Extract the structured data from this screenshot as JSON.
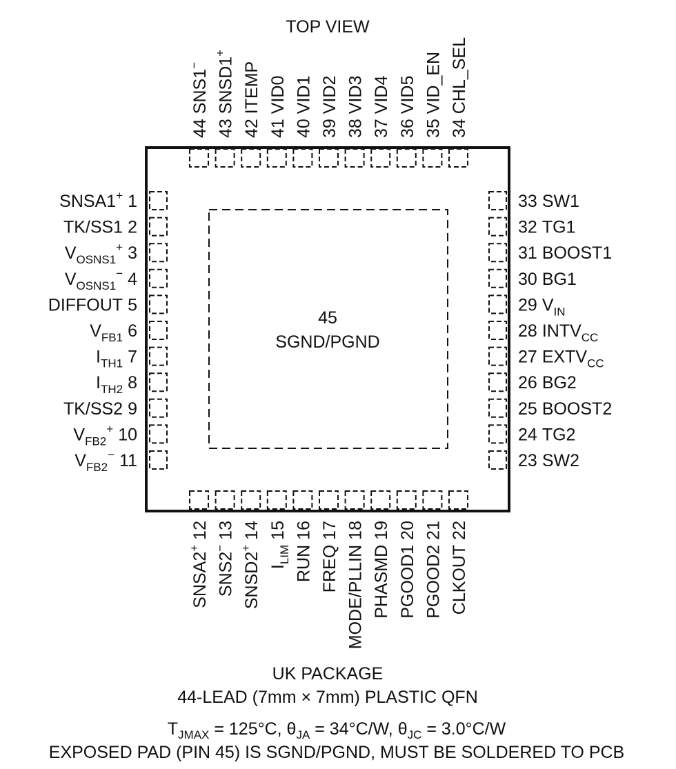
{
  "view_label": "TOP VIEW",
  "pins_top": [
    {
      "num": "44",
      "name": "SNS1",
      "sup": "−"
    },
    {
      "num": "43",
      "name": "SNSD1",
      "sup": "+"
    },
    {
      "num": "42",
      "name": "ITEMP"
    },
    {
      "num": "41",
      "name": "VID0"
    },
    {
      "num": "40",
      "name": "VID1"
    },
    {
      "num": "39",
      "name": "VID2"
    },
    {
      "num": "38",
      "name": "VID3"
    },
    {
      "num": "37",
      "name": "VID4"
    },
    {
      "num": "36",
      "name": "VID5"
    },
    {
      "num": "35",
      "name": "VID_EN"
    },
    {
      "num": "34",
      "name": "CHL_SEL"
    }
  ],
  "pins_left": [
    {
      "num": "1",
      "name": "SNSA1",
      "sup": "+"
    },
    {
      "num": "2",
      "name": "TK/SS1"
    },
    {
      "num": "3",
      "name": "V",
      "sub": "OSNS1",
      "sup": "+"
    },
    {
      "num": "4",
      "name": "V",
      "sub": "OSNS1",
      "sup": "−"
    },
    {
      "num": "5",
      "name": "DIFFOUT"
    },
    {
      "num": "6",
      "name": "V",
      "sub": "FB1"
    },
    {
      "num": "7",
      "name": "I",
      "sub": "TH1"
    },
    {
      "num": "8",
      "name": "I",
      "sub": "TH2"
    },
    {
      "num": "9",
      "name": "TK/SS2"
    },
    {
      "num": "10",
      "name": "V",
      "sub": "FB2",
      "sup": "+"
    },
    {
      "num": "11",
      "name": "V",
      "sub": "FB2",
      "sup": "−"
    }
  ],
  "pins_right": [
    {
      "num": "33",
      "name": "SW1"
    },
    {
      "num": "32",
      "name": "TG1"
    },
    {
      "num": "31",
      "name": "BOOST1"
    },
    {
      "num": "30",
      "name": "BG1"
    },
    {
      "num": "29",
      "name": "V",
      "sub": "IN"
    },
    {
      "num": "28",
      "name": "INTV",
      "sub": "CC"
    },
    {
      "num": "27",
      "name": "EXTV",
      "sub": "CC"
    },
    {
      "num": "26",
      "name": "BG2"
    },
    {
      "num": "25",
      "name": "BOOST2"
    },
    {
      "num": "24",
      "name": "TG2"
    },
    {
      "num": "23",
      "name": "SW2"
    }
  ],
  "pins_bottom": [
    {
      "num": "12",
      "name": "SNSA2",
      "sup": "+"
    },
    {
      "num": "13",
      "name": "SNS2",
      "sup": "−"
    },
    {
      "num": "14",
      "name": "SNSD2",
      "sup": "+"
    },
    {
      "num": "15",
      "name": "I",
      "sub": "LIM"
    },
    {
      "num": "16",
      "name": "RUN"
    },
    {
      "num": "17",
      "name": "FREQ"
    },
    {
      "num": "18",
      "name": "MODE/PLLIN"
    },
    {
      "num": "19",
      "name": "PHASMD"
    },
    {
      "num": "20",
      "name": "PGOOD1"
    },
    {
      "num": "21",
      "name": "PGOOD2"
    },
    {
      "num": "22",
      "name": "CLKOUT"
    }
  ],
  "exposed_pad": {
    "num": "45",
    "name": "SGND/PGND"
  },
  "package_name": "UK PACKAGE",
  "package_desc": "44-LEAD (7mm × 7mm) PLASTIC QFN",
  "thermal": {
    "tj_sym": "T",
    "tj_sub": "JMAX",
    "tj_val": " = 125°C, ",
    "ja_sym": "θ",
    "ja_sub": "JA",
    "ja_val": " = 34°C/W, ",
    "jc_sym": "θ",
    "jc_sub": "JC",
    "jc_val": " = 3.0°C/W"
  },
  "note": "EXPOSED PAD (PIN 45) IS SGND/PGND, MUST BE SOLDERED TO PCB"
}
